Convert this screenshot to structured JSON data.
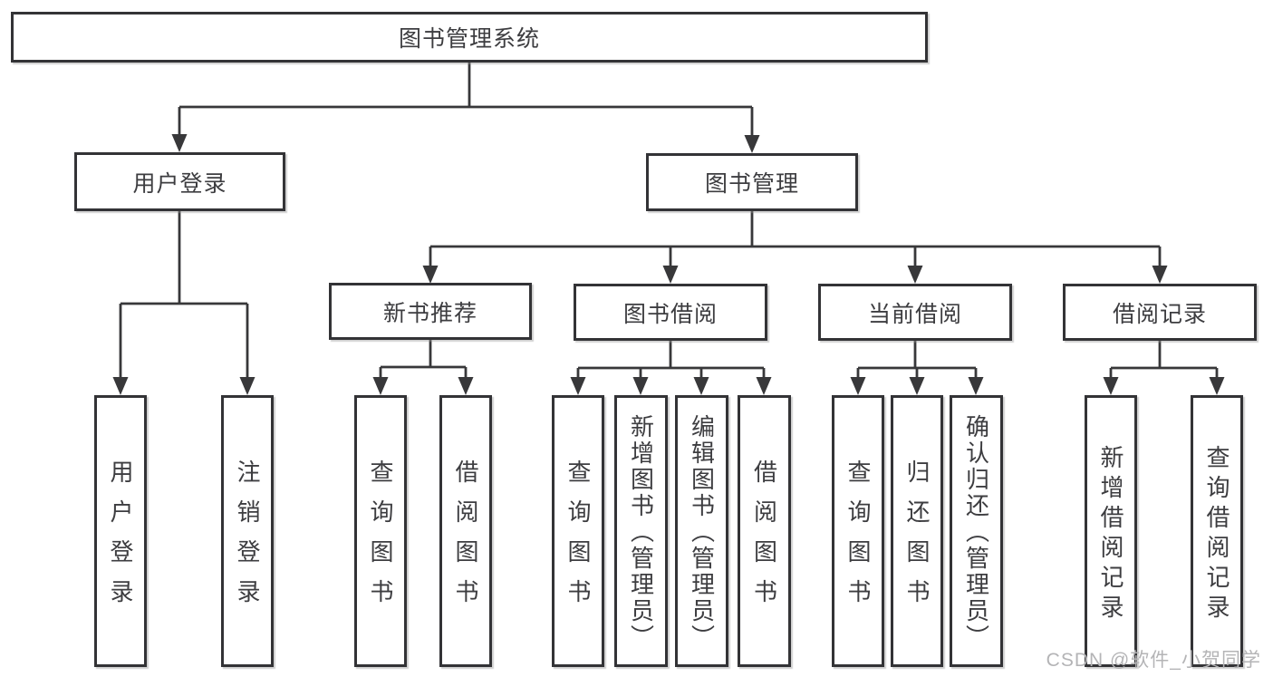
{
  "tree": {
    "root": {
      "label": "图书管理系统"
    },
    "level2": [
      {
        "label": "用户登录",
        "children": [
          {
            "label": "用户登录"
          },
          {
            "label": "注销登录"
          }
        ]
      },
      {
        "label": "图书管理",
        "children": [
          {
            "label": "新书推荐",
            "children": [
              {
                "label": "查询图书"
              },
              {
                "label": "借阅图书"
              }
            ]
          },
          {
            "label": "图书借阅",
            "children": [
              {
                "label": "查询图书"
              },
              {
                "label": "新增图书（管理员）"
              },
              {
                "label": "编辑图书（管理员）"
              },
              {
                "label": "借阅图书"
              }
            ]
          },
          {
            "label": "当前借阅",
            "children": [
              {
                "label": "查询图书"
              },
              {
                "label": "归还图书"
              },
              {
                "label": "确认归还（管理员）"
              }
            ]
          },
          {
            "label": "借阅记录",
            "children": [
              {
                "label": "新增借阅记录"
              },
              {
                "label": "查询借阅记录"
              }
            ]
          }
        ]
      }
    ]
  },
  "watermark": {
    "text": "CSDN @软件_小贺同学"
  },
  "colors": {
    "line": "#38383a",
    "box_border": "#333336",
    "text": "#3d3d40",
    "background": "#ffffff",
    "watermark": "#b4b4b6"
  }
}
